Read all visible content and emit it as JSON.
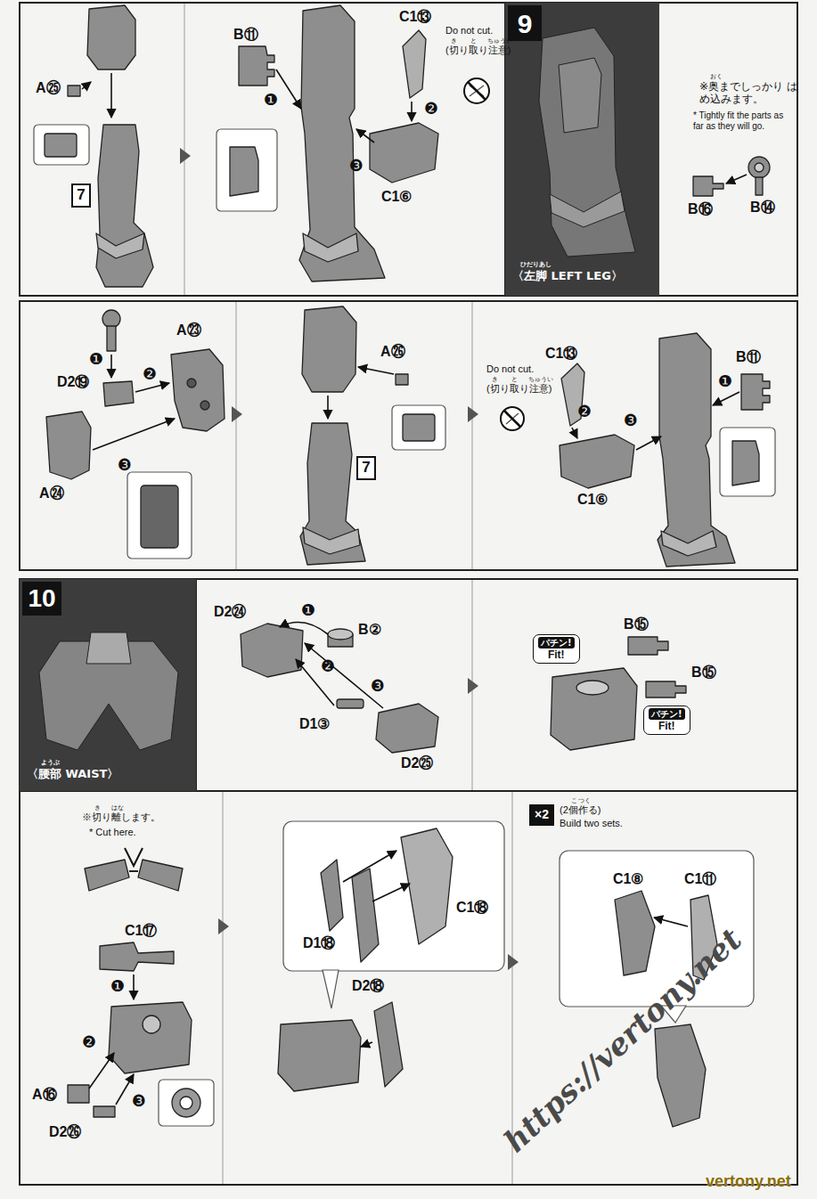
{
  "diagram": {
    "nodes": [
      {
        "text": [
          "7"
        ]
      },
      {
        "text": [
          "ひだりあし",
          "〈左脚 LEFT LEG〉"
        ]
      },
      {
        "text": [
          "9"
        ],
        "in": 1
      },
      {
        "text": [
          "7"
        ]
      },
      {
        "text": [
          "ようぶ",
          "〈腰部 WAIST〉"
        ]
      },
      {
        "text": [
          "10"
        ],
        "in": 4
      },
      {
        "text": [
          "パチン!",
          "Fit!"
        ]
      },
      {
        "text": [
          "パチン!",
          "Fit!"
        ]
      },
      {
        "text": [
          "×2"
        ]
      }
    ],
    "labels": [
      "A㉕",
      "B⑪",
      "❶",
      "C1⑬",
      "Do not cut.",
      "き",
      "と",
      "ちゅうい",
      "(切り取り注意)",
      "❷",
      "❸",
      "C1⑥",
      "おく",
      "※奥までしっかり はめ込みます。",
      "* Tightly fit the parts as far as they will go.",
      "B⑯",
      "B⑭",
      "❶",
      "D2⑲",
      "❷",
      "A㉓",
      "A㉔",
      "❸",
      "A㉖",
      "C1⑬",
      "Do not cut.",
      "き",
      "と",
      "ちゅうい",
      "(切り取り注意)",
      "❷",
      "❸",
      "❶",
      "B⑪",
      "C1⑥",
      "D2㉔",
      "❶",
      "B②",
      "❷",
      "❸",
      "D1③",
      "D2㉕",
      "B⑮",
      "B⑮",
      "き",
      "はな",
      "※切り離します。",
      "* Cut here.",
      "C1⑰",
      "❶",
      "❷",
      "A⑯",
      "❸",
      "D2㉖",
      "D1⑱",
      "C1⑱",
      "D2⑱",
      "こ",
      "つく",
      "(2個作る)",
      "Build two sets.",
      "C1⑧",
      "C1⑪",
      "https://vertony.net",
      "vertony.net"
    ]
  }
}
